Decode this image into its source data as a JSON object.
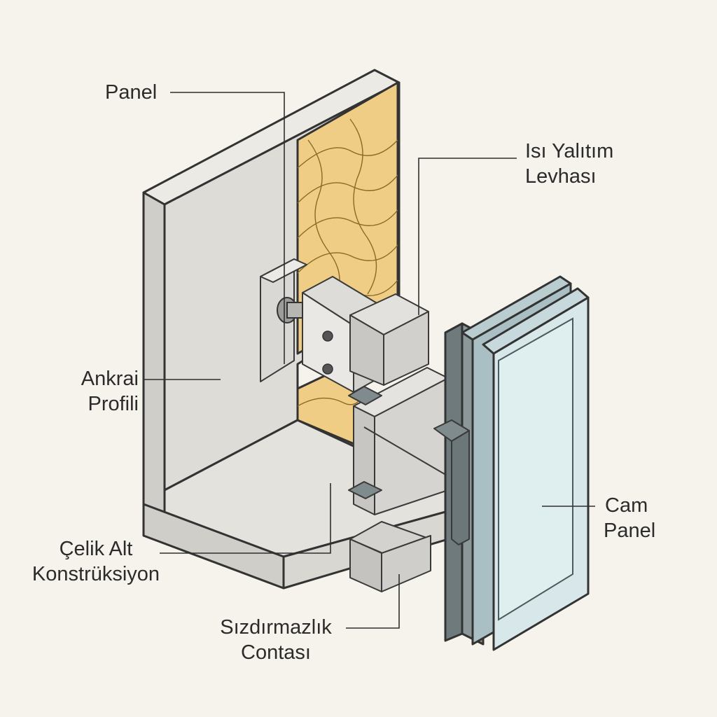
{
  "labels": {
    "panel": "Panel",
    "isi_line1": "Isı Yalıtım",
    "isi_line2": "Levhası",
    "ankraj_line1": "Ankrai",
    "ankraj_line2": "Profili",
    "cam_line1": "Cam",
    "cam_line2": "Panel",
    "celik_line1": "Çelik Alt",
    "celik_line2": "Konstrüksiyon",
    "contasi_line1": "Sızdırmazlık",
    "contasi_line2": "Contası"
  },
  "colors": {
    "background": "#f6f3ec",
    "concrete": "#dcdbd6",
    "insulation": "#f0cd84",
    "steel": "#c9c9c6",
    "frame": "#6f7a7c",
    "glass": "#d8e8ea"
  }
}
